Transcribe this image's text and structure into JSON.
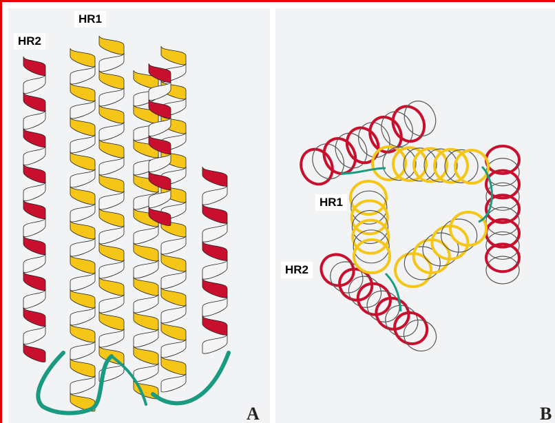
{
  "panel_a": {
    "letter": "A",
    "labels": {
      "hr1": "HR1",
      "hr2": "HR2"
    }
  },
  "panel_b": {
    "letter": "B",
    "labels": {
      "hr1": "HR1",
      "hr2": "HR2"
    }
  },
  "colors": {
    "frame": "#e10600",
    "hr1_ribbon": "#f5c518",
    "hr2_ribbon": "#c8102e",
    "ribbon_back": "#f4f4f4",
    "loop": "#1a9a80",
    "outline": "#222222"
  }
}
